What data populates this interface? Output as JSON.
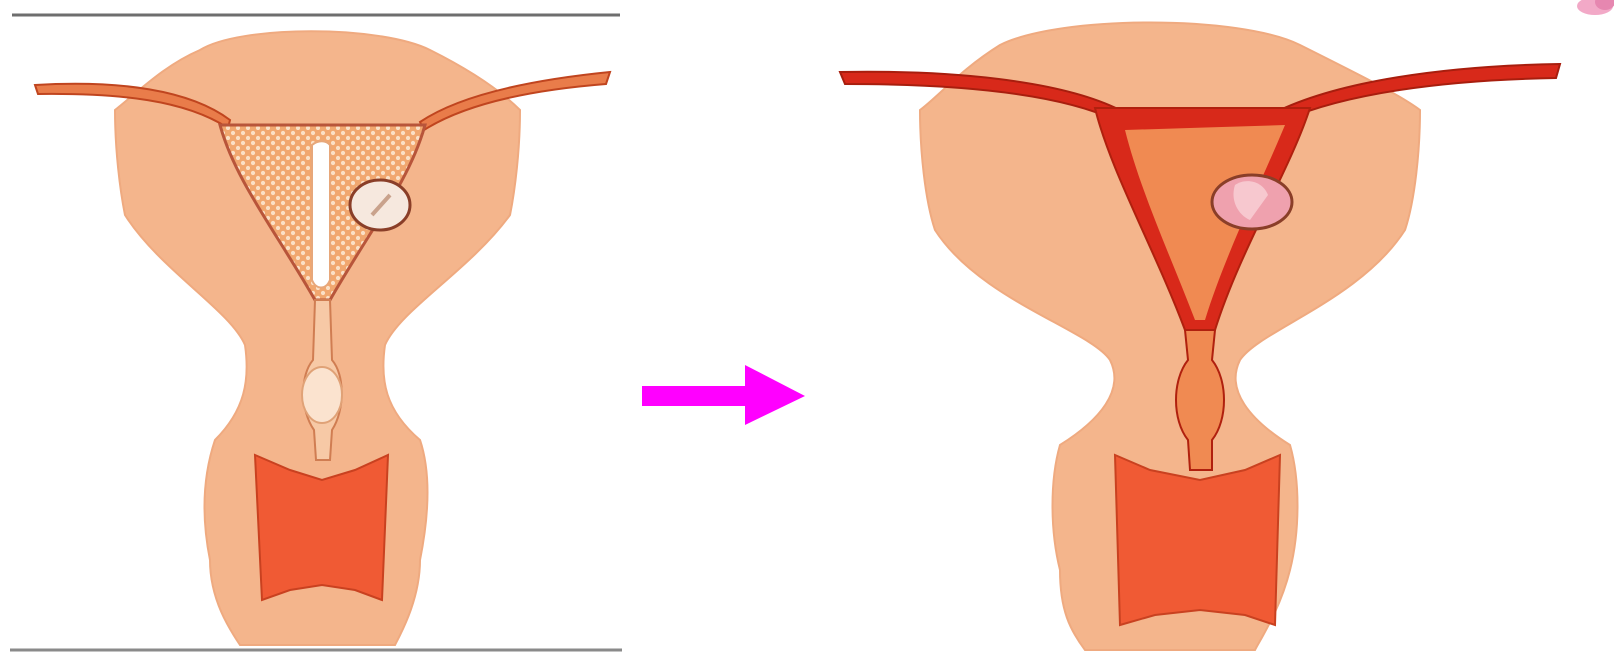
{
  "figure": {
    "panels": [
      {
        "id": "before",
        "state": "non-menstrual uterus with endometrium and oval structure"
      },
      {
        "id": "after",
        "state": "uterus with red menstrual lining and oval structure"
      }
    ],
    "transition": {
      "icon": "arrow-right-icon"
    }
  },
  "colors": {
    "tissue": "#F4B58C",
    "tissue_edge": "#E9A378",
    "lining_red": "#D8291A",
    "lining_dark": "#B0200E",
    "endometrium_dots": "#E8975A",
    "cervix_red": "#F05A34",
    "arrow": "#FF00FF",
    "rule": "#6E6E6E",
    "oval_light": "#F6E8DE",
    "oval_pink": "#EFA1AE",
    "flower": "#F2A9C7"
  }
}
